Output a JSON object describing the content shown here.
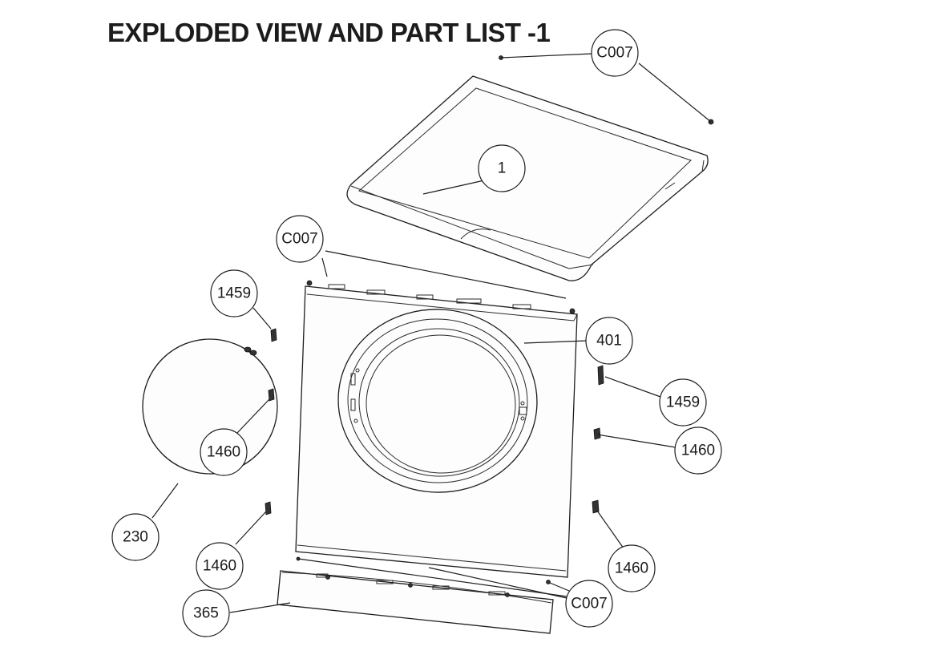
{
  "title": "EXPLODED VIEW AND PART LIST -1",
  "callouts": {
    "top_c007": "C007",
    "top_cover": "1",
    "mid_c007": "C007",
    "left_1459": "1459",
    "front_401": "401",
    "right_1459": "1459",
    "door_1460": "1460",
    "right_1460_a": "1460",
    "door_230": "230",
    "left_1460_b": "1460",
    "right_1460_b": "1460",
    "kick_365": "365",
    "bottom_c007": "C007"
  }
}
